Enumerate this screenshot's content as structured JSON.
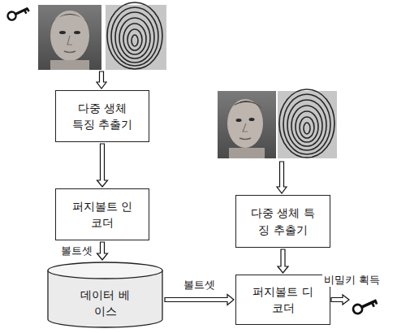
{
  "diagram": {
    "nodes": [
      {
        "text": [
          "다중 생체 특징 추출기"
        ]
      },
      {
        "text": [
          "퍼지볼트 인코더"
        ]
      },
      {
        "text": [
          "데이터 베이스"
        ]
      },
      {
        "text": [
          "다중 생체 특징 추출기"
        ]
      },
      {
        "text": [
          "퍼지볼트 디코더"
        ]
      }
    ],
    "edges": [
      {
        "from": 0,
        "to": 1,
        "arrow": "to"
      },
      {
        "from": 1,
        "to": 2,
        "label": "볼트셋",
        "arrow": "to"
      },
      {
        "from": 2,
        "to": 4,
        "label": "볼트셋",
        "arrow": "to"
      },
      {
        "from": 3,
        "to": 4,
        "arrow": "to"
      }
    ],
    "labels": [
      "비밀키 획득"
    ]
  }
}
